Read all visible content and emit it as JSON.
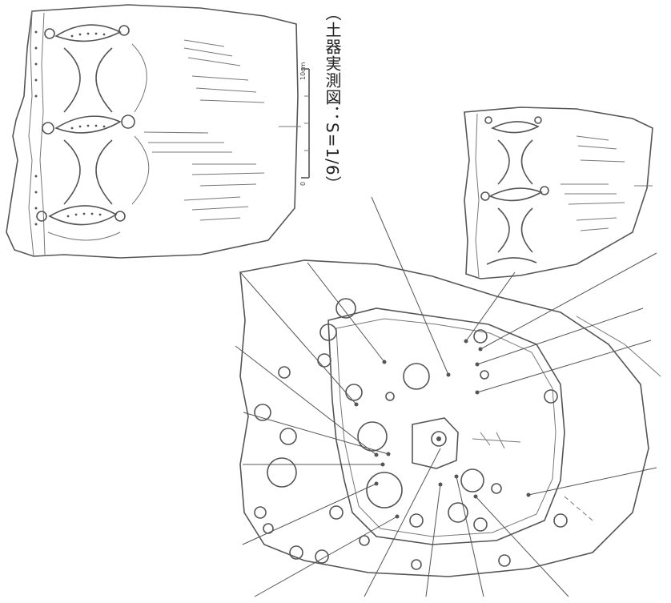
{
  "caption": "（土器実測図：S=1/6）",
  "scale_bar": {
    "zero": "0",
    "max": "10cm"
  }
}
